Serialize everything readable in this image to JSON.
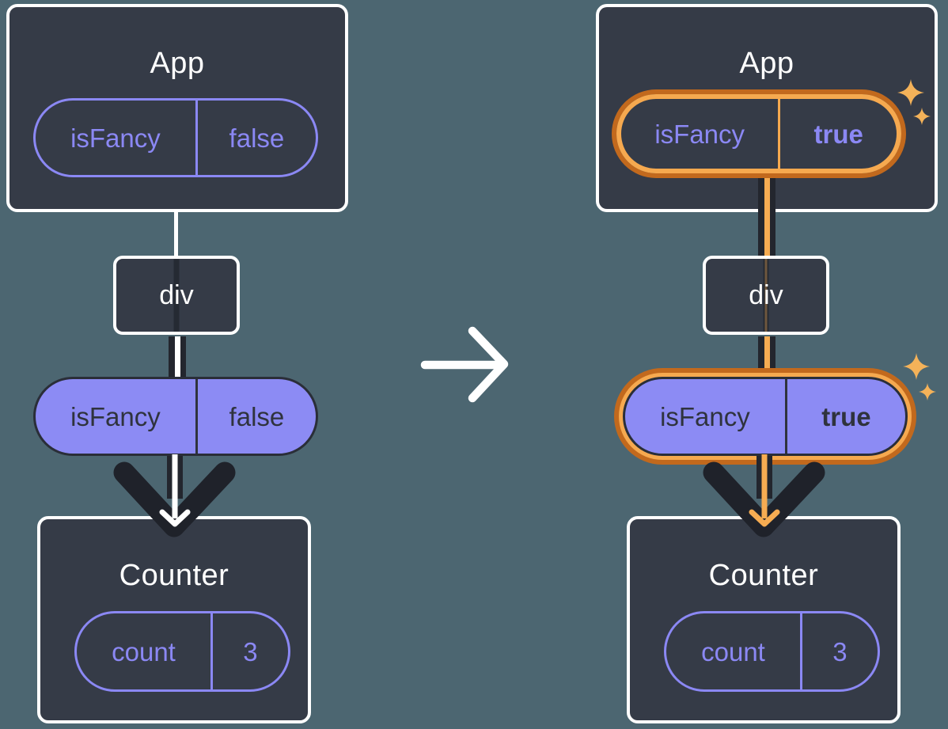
{
  "colors": {
    "background": "#4C6671",
    "box_fill": "#353B47",
    "box_border": "#FFFFFF",
    "purple": "#8B88F4",
    "lavender_fill": "#8C8BF4",
    "dark_text": "#2F333D",
    "dark_line": "#23262E",
    "orange": "#F6AC52",
    "orange_dark": "#C2691D",
    "white": "#FFFFFF"
  },
  "icons": {
    "transition": "right-arrow-icon",
    "prop_flow": "down-arrow-icon",
    "highlight": "sparkle-icon"
  },
  "before": {
    "app": {
      "title": "App",
      "prop_name": "isFancy",
      "prop_value": "false"
    },
    "div_label": "div",
    "passed_prop_name": "isFancy",
    "passed_prop_value": "false",
    "counter": {
      "title": "Counter",
      "state_name": "count",
      "state_value": "3"
    }
  },
  "after": {
    "app": {
      "title": "App",
      "prop_name": "isFancy",
      "prop_value": "true"
    },
    "div_label": "div",
    "passed_prop_name": "isFancy",
    "passed_prop_value": "true",
    "counter": {
      "title": "Counter",
      "state_name": "count",
      "state_value": "3"
    }
  }
}
